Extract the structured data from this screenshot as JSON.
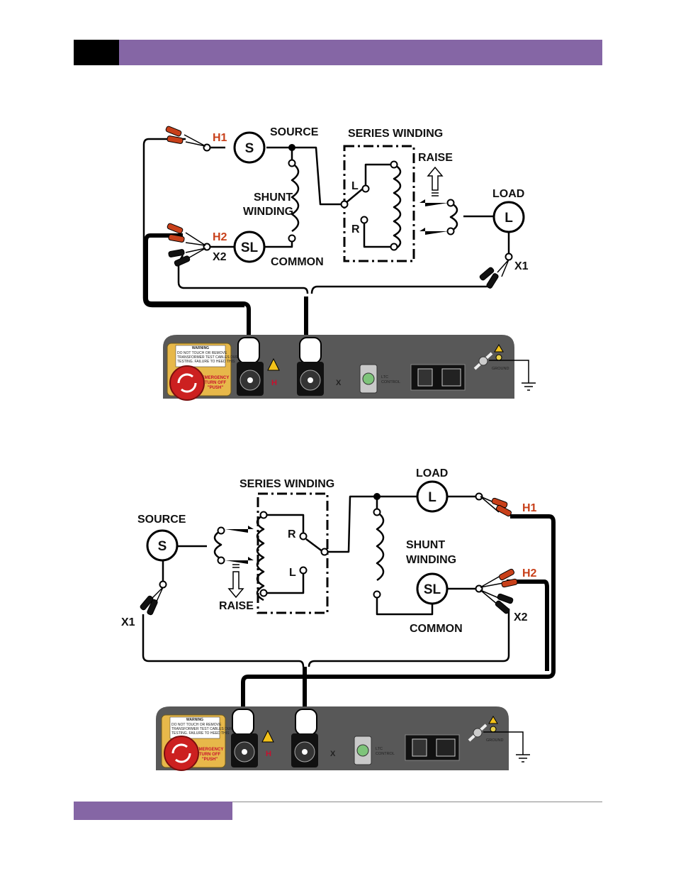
{
  "colors": {
    "header": "#8566a5",
    "accent_red": "#c8401a",
    "panel": "#585858"
  },
  "diagram1": {
    "source": "SOURCE",
    "series_winding": "SERIES WINDING",
    "raise": "RAISE",
    "load": "LOAD",
    "shunt_line1": "SHUNT",
    "shunt_line2": "WINDING",
    "common": "COMMON",
    "h1": "H1",
    "h2": "H2",
    "x1": "X1",
    "x2": "X2",
    "s": "S",
    "sl": "SL",
    "l_circle": "L",
    "tap_l": "L",
    "tap_r": "R"
  },
  "diagram2": {
    "source": "SOURCE",
    "series_winding": "SERIES WINDING",
    "raise": "RAISE",
    "load": "LOAD",
    "shunt_line1": "SHUNT",
    "shunt_line2": "WINDING",
    "common": "COMMON",
    "h1": "H1",
    "h2": "H2",
    "x1": "X1",
    "x2": "X2",
    "s": "S",
    "sl": "SL",
    "l_circle": "L",
    "tap_l": "L",
    "tap_r": "R"
  },
  "panel": {
    "warning_title": "WARNING",
    "warning_line1": "DO NOT TOUCH OR REMOVE",
    "warning_line2": "TRANSFORMER TEST CABLES DURING",
    "warning_line3": "TESTING. FAILURE TO HEED THIS",
    "emergency_line1": "EMERGENCY",
    "emergency_line2": "TURN OFF",
    "emergency_line3": "\"PUSH\"",
    "h_label": "H",
    "x_label": "X",
    "ltc_line1": "LTC",
    "ltc_line2": "CONTROL",
    "ground": "GROUND"
  }
}
